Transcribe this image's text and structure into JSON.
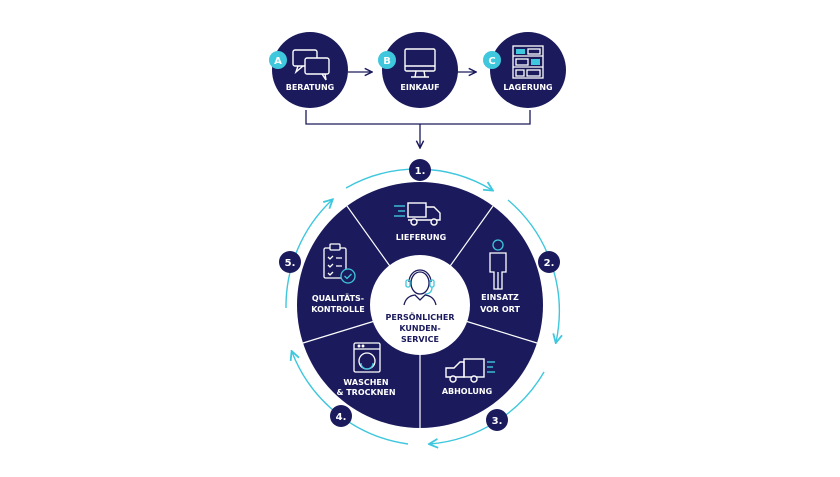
{
  "colors": {
    "navy": "#1b1a5c",
    "cyan": "#3ec7dd",
    "white": "#ffffff"
  },
  "top_steps": [
    {
      "letter": "A",
      "label": "BERATUNG",
      "icon": "speech-bubbles-icon"
    },
    {
      "letter": "B",
      "label": "EINKAUF",
      "icon": "monitor-icon"
    },
    {
      "letter": "C",
      "label": "LAGERUNG",
      "icon": "shelving-icon"
    }
  ],
  "cycle": {
    "center": {
      "icon": "headset-agent-icon",
      "lines": [
        "PERSÖNLICHER",
        "KUNDEN-",
        "SERVICE"
      ]
    },
    "segments": [
      {
        "number": "1.",
        "lines": [
          "LIEFERUNG"
        ],
        "icon": "delivery-truck-icon"
      },
      {
        "number": "2.",
        "lines": [
          "EINSATZ",
          "VOR ORT"
        ],
        "icon": "person-icon"
      },
      {
        "number": "3.",
        "lines": [
          "ABHOLUNG"
        ],
        "icon": "pickup-truck-icon"
      },
      {
        "number": "4.",
        "lines": [
          "WASCHEN",
          "& TROCKNEN"
        ],
        "icon": "washing-machine-icon"
      },
      {
        "number": "5.",
        "lines": [
          "QUALITÄTS-",
          "KONTROLLE"
        ],
        "icon": "checklist-clipboard-icon"
      }
    ]
  }
}
